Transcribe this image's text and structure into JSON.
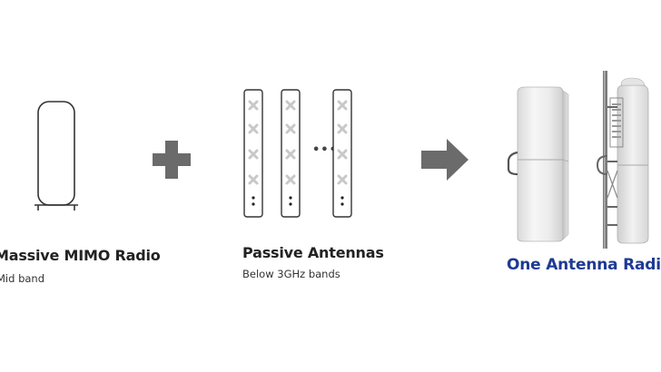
{
  "radio": {
    "title": "Massive MIMO Radio",
    "subtitle": "Mid band"
  },
  "antennas": {
    "title": "Passive Antennas",
    "subtitle": "Below 3GHz bands",
    "ellipsis": "•••"
  },
  "product": {
    "title": "One Antenna Radio"
  },
  "colors": {
    "operator_gray": "#6b6b6b",
    "product_title": "#1f3a93",
    "icon_stroke": "#333333",
    "antenna_mark": "#c8c8c8"
  },
  "icons": {
    "operator_plus": "plus-icon",
    "operator_arrow": "arrow-right-icon"
  }
}
